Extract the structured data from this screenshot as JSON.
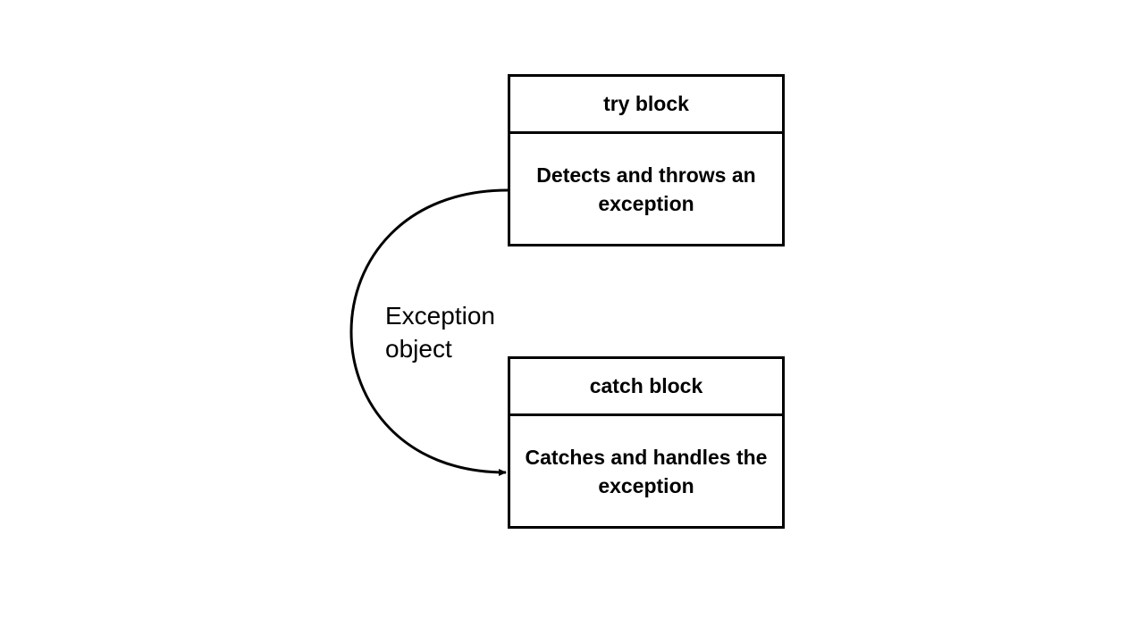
{
  "diagram": {
    "try_block": {
      "header": "try block",
      "body": "Detects and throws an exception"
    },
    "catch_block": {
      "header": "catch block",
      "body": "Catches and handles the exception"
    },
    "arrow_label": {
      "line1": "Exception",
      "line2": "object"
    }
  }
}
